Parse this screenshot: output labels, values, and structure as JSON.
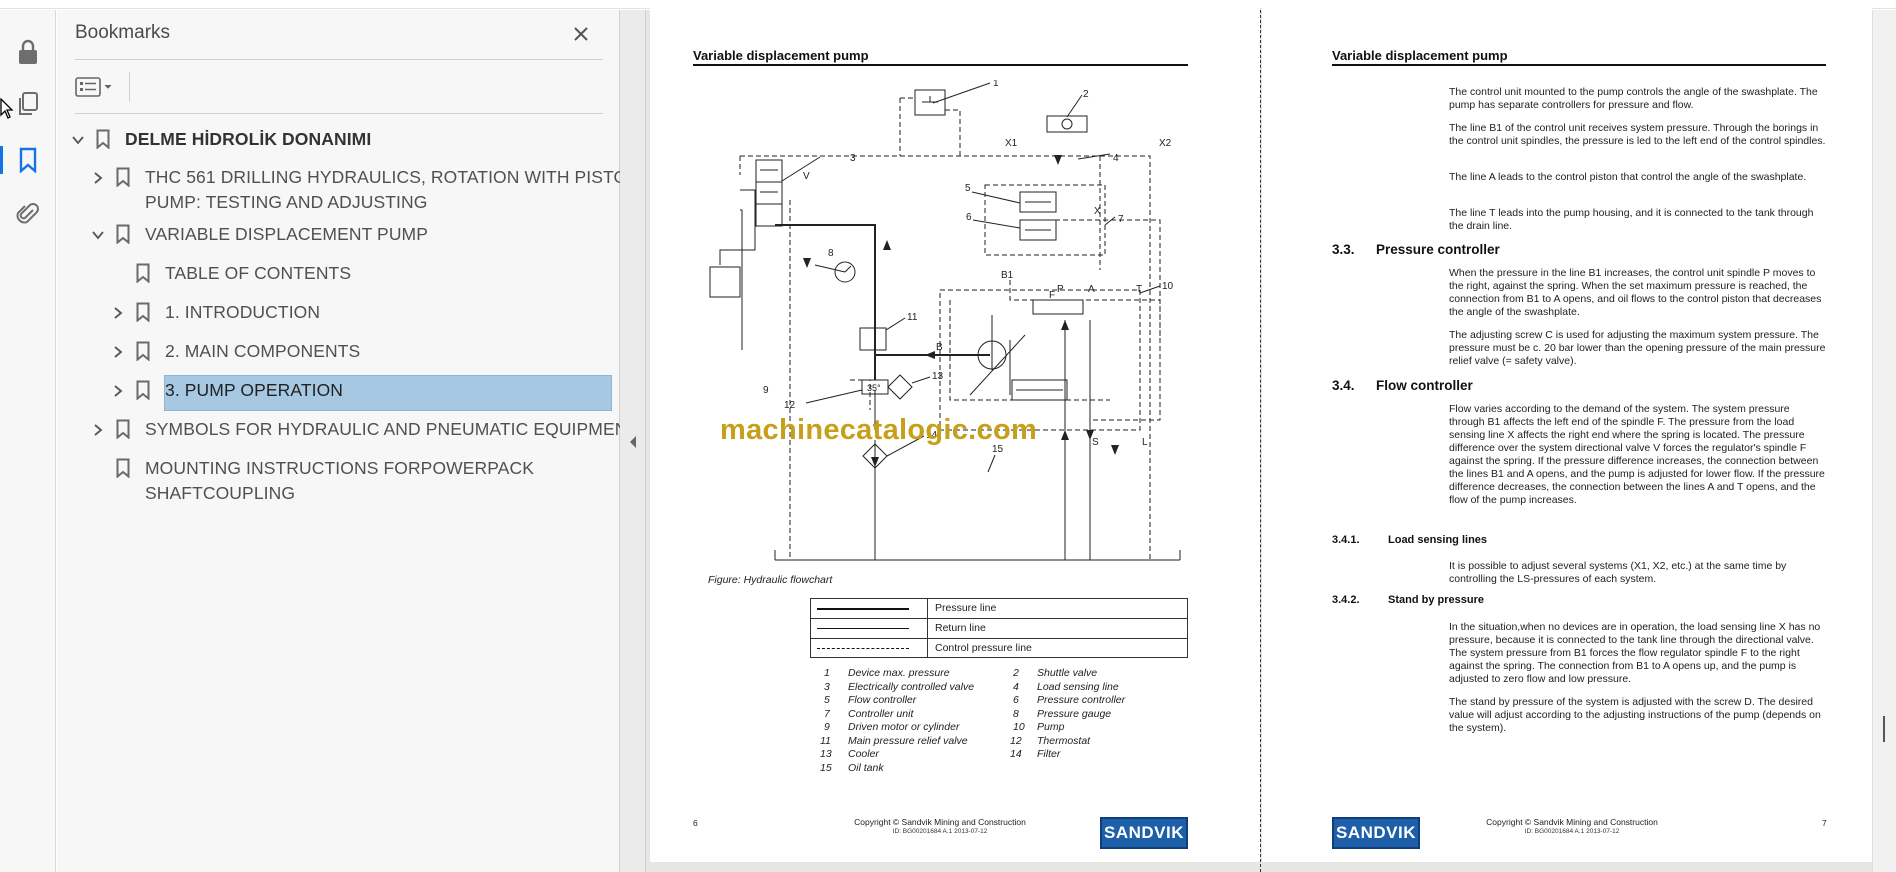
{
  "sidebar": {
    "title": "Bookmarks",
    "icons": [
      "lock-icon",
      "copy-pages-icon",
      "bookmark-icon",
      "paperclip-icon"
    ]
  },
  "bookmarks": [
    {
      "label": "DELME HİDROLİK DONANIMI",
      "expanded": true
    },
    {
      "label": "THC 561 DRILLING HYDRAULICS, ROTATION WITH PISTON",
      "label2": "PUMP: TESTING AND ADJUSTING"
    },
    {
      "label": "VARIABLE DISPLACEMENT PUMP",
      "expanded": true
    },
    {
      "label": "TABLE OF CONTENTS"
    },
    {
      "label": "1. INTRODUCTION"
    },
    {
      "label": "2. MAIN COMPONENTS"
    },
    {
      "label": "3. PUMP OPERATION",
      "selected": true
    },
    {
      "label": "SYMBOLS FOR HYDRAULIC AND PNEUMATIC EQUIPMENT"
    },
    {
      "label": "MOUNTING INSTRUCTIONS FORPOWERPACK",
      "label2": "SHAFTCOUPLING"
    }
  ],
  "left_page": {
    "section_title": "Variable displacement pump",
    "figure_caption": "Figure: Hydraulic flowchart",
    "line_legend": [
      "Pressure line",
      "Return line",
      "Control pressure line"
    ],
    "components": [
      [
        "1",
        "Device max. pressure"
      ],
      [
        "2",
        "Shuttle valve"
      ],
      [
        "3",
        "Electrically controlled valve"
      ],
      [
        "4",
        "Load sensing line"
      ],
      [
        "5",
        "Flow controller"
      ],
      [
        "6",
        "Pressure controller"
      ],
      [
        "7",
        "Controller unit"
      ],
      [
        "8",
        "Pressure gauge"
      ],
      [
        "9",
        "Driven motor or cylinder"
      ],
      [
        "10",
        "Pump"
      ],
      [
        "11",
        "Main pressure relief valve"
      ],
      [
        "12",
        "Thermostat"
      ],
      [
        "13",
        "Cooler"
      ],
      [
        "14",
        "Filter"
      ],
      [
        "15",
        "Oil tank"
      ]
    ],
    "diagram_labels": {
      "n1": "1",
      "n2": "2",
      "n3": "3",
      "n4": "4",
      "n5": "5",
      "n6": "6",
      "n7": "7",
      "n8": "8",
      "n9": "9",
      "n10": "10",
      "n11": "11",
      "n12": "12",
      "n13": "13",
      "n14": "14",
      "n15": "15",
      "x1": "X1",
      "x2": "X2",
      "v": "V",
      "x": "X",
      "b1": "B1",
      "b": "B",
      "p": "P",
      "a": "A",
      "t": "T",
      "f": "F",
      "s": "S",
      "l": "L",
      "thermo": "35°"
    },
    "page_number": "6",
    "copyright": "Copyright © Sandvik Mining and Construction",
    "doc_id": "ID: BG00201684 A.1 2013-07-12",
    "logo": "SANDVIK"
  },
  "right_page": {
    "section_title": "Variable displacement pump",
    "paragraphs_intro": [
      "The control unit mounted to the pump controls the angle of the swashplate. The pump has separate controllers for pressure and flow.",
      "The line B1 of the control unit receives system pressure. Through the borings in the control unit spindles, the pressure is led to the left end of the control spindles.",
      "The line A leads to the control piston that control the angle of the swashplate.",
      "The line T leads into the pump housing, and it is connected to the tank through the drain line."
    ],
    "h33_num": "3.3.",
    "h33": "Pressure controller",
    "paragraphs_33": [
      "When the pressure in the line B1 increases, the control unit spindle P moves to the right, against the spring. When the set maximum pressure is reached, the connection from B1 to A opens, and oil flows to the control piston that decreases the angle of the swashplate.",
      "The adjusting screw C is used for adjusting the maximum system pressure. The pressure must be c. 20 bar lower than the opening pressure of the main pressure relief valve (= safety valve)."
    ],
    "h34_num": "3.4.",
    "h34": "Flow controller",
    "paragraphs_34": [
      "Flow varies according to the demand of the system. The system pressure through B1 affects the left end of the spindle F. The pressure from the load sensing line X affects the right end where the spring is located. The pressure difference over the system directional valve V forces the regulator's spindle F against the spring. If the pressure difference increases, the connection between the lines B1 and A opens, and the pump is adjusted for lower flow. If the pressure difference decreases, the connection between the lines A and T opens, and the flow of the pump increases."
    ],
    "h341_num": "3.4.1.",
    "h341": "Load sensing lines",
    "paragraph_341": "It is possible to adjust several systems (X1, X2, etc.) at the same time by controlling the LS-pressures of each system.",
    "h342_num": "3.4.2.",
    "h342": "Stand by pressure",
    "paragraphs_342": [
      "In the situation,when no devices are in operation, the load sensing line X has no pressure, because it is connected to the tank line through the directional valve. The system pressure from B1 forces the flow regulator spindle F to the right against the spring. The connection from B1 to A opens up, and the pump is adjusted to zero flow and low pressure.",
      "The stand by pressure of the system is adjusted with the screw D. The desired value will adjust according to the adjusting instructions of the pump (depends on the system)."
    ],
    "page_number": "7",
    "copyright": "Copyright © Sandvik Mining and Construction",
    "doc_id": "ID: BG00201684 A.1 2013-07-12",
    "logo": "SANDVIK"
  },
  "watermark": "machinecatalogic.com",
  "colors": {
    "selection": "#a6c8e3",
    "accent": "#1473e6",
    "watermark": "#c7a01b",
    "sandvik_blue": "#1d5fa8"
  }
}
